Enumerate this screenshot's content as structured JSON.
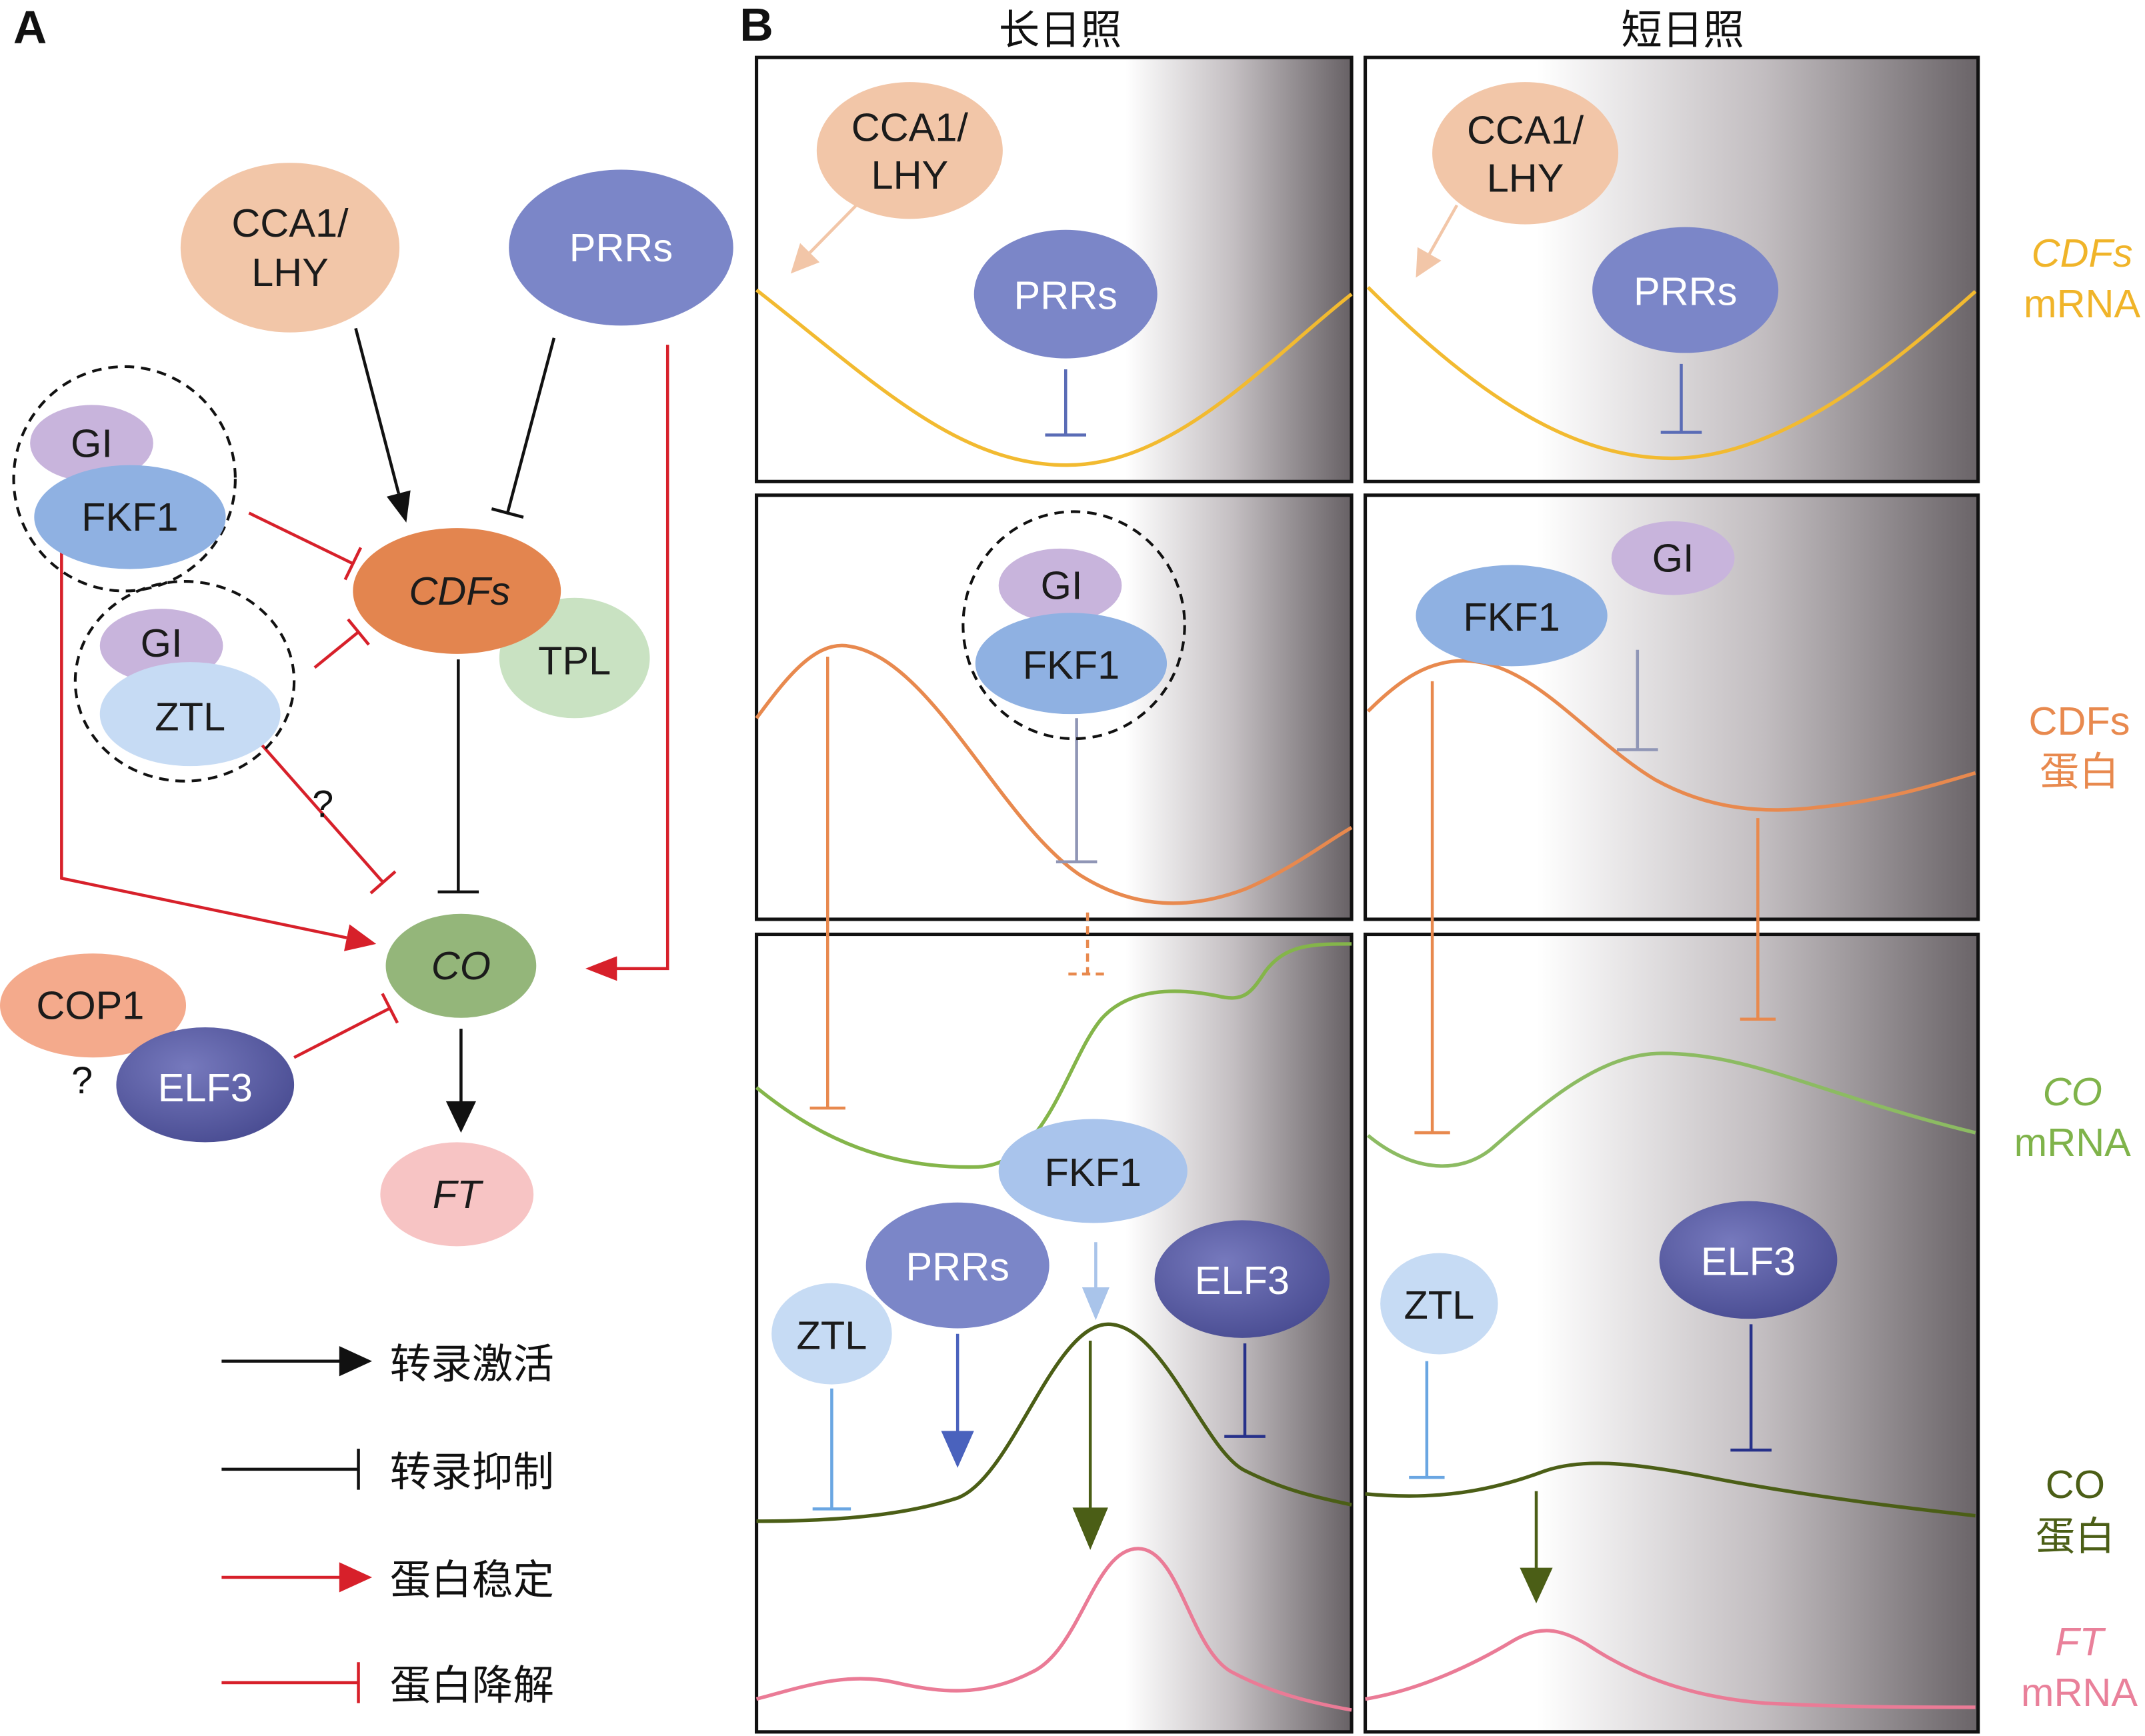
{
  "panel_a": {
    "label": "A",
    "cca1_lhy": {
      "line1": "CCA1/",
      "line2": "LHY"
    },
    "prrs": "PRRs",
    "gi_fkf1_complex": {
      "gi": "GI",
      "fkf1": "FKF1"
    },
    "gi_ztl_complex": {
      "gi": "GI",
      "ztl": "ZTL"
    },
    "cdfs": "CDFs",
    "tpl": "TPL",
    "co": "CO",
    "cop1": "COP1",
    "elf3": "ELF3",
    "ft": "FT",
    "question_marks": [
      "?",
      "?"
    ]
  },
  "legend": [
    {
      "label": "转录激活",
      "color": "#000000",
      "marker": "arrow-icon"
    },
    {
      "label": "转录抑制",
      "color": "#000000",
      "marker": "bar-icon"
    },
    {
      "label": "蛋白稳定",
      "color": "#d7202a",
      "marker": "arrow-icon"
    },
    {
      "label": "蛋白降解",
      "color": "#d7202a",
      "marker": "bar-icon"
    }
  ],
  "panel_b": {
    "label": "B",
    "columns": {
      "long_day": "长日照",
      "short_day": "短日照"
    },
    "long_day": {
      "row1": {
        "cca1_lhy": {
          "line1": "CCA1/",
          "line2": "LHY"
        },
        "prrs": "PRRs"
      },
      "row2": {
        "gi": "GI",
        "fkf1": "FKF1"
      },
      "row3": {
        "fkf1": "FKF1",
        "prrs": "PRRs",
        "elf3": "ELF3",
        "ztl": "ZTL"
      }
    },
    "short_day": {
      "row1": {
        "cca1_lhy": {
          "line1": "CCA1/",
          "line2": "LHY"
        },
        "prrs": "PRRs"
      },
      "row2": {
        "fkf1": "FKF1",
        "gi": "GI"
      },
      "row3": {
        "ztl": "ZTL",
        "elf3": "ELF3"
      }
    },
    "track_labels": [
      {
        "name": "CDFs",
        "unit": "mRNA",
        "color": "#f0b429"
      },
      {
        "name": "CDFs",
        "unit": "蛋白",
        "color": "#e8894e"
      },
      {
        "name": "CO",
        "unit": "mRNA",
        "color": "#7fb34a"
      },
      {
        "name": "CO",
        "unit": "蛋白",
        "color": "#4b5e16"
      },
      {
        "name": "FT",
        "unit": "mRNA",
        "color": "#e9809a"
      }
    ]
  },
  "colors": {
    "cca1_lhy": "#f2c6a8",
    "prrs": "#7b86c8",
    "gi": "#c8b4dc",
    "fkf1": "#8fb1e2",
    "ztl": "#c6dbf4",
    "cdfs": "#e3854f",
    "tpl": "#c9e2c2",
    "co": "#94b67a",
    "cop1": "#f4aa8c",
    "elf3": "#54589f",
    "ft": "#f7c4c4",
    "protein_regulation_red": "#d7202a",
    "night_shading": "#6a6468"
  }
}
